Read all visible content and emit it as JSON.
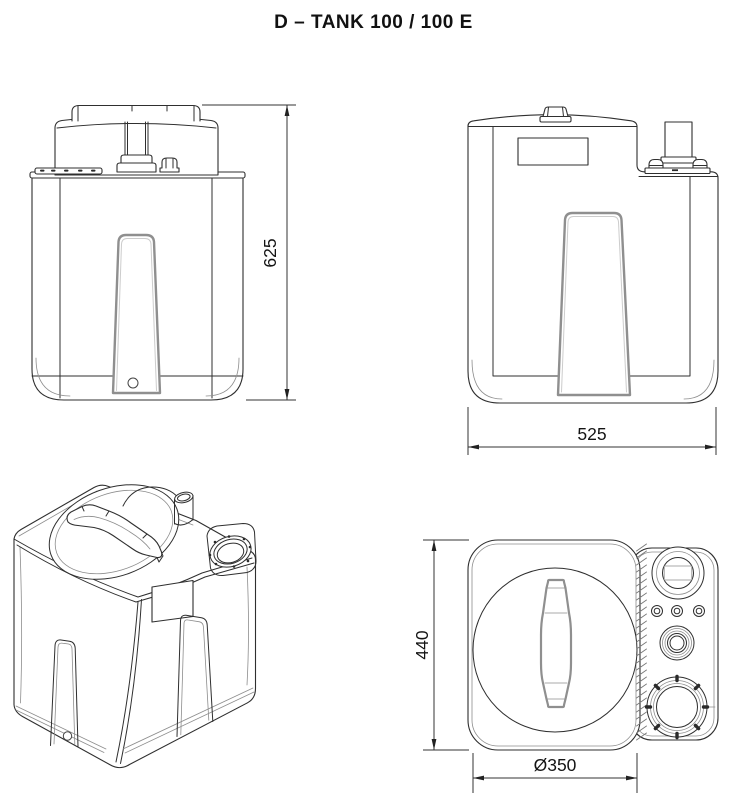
{
  "title": "D – TANK 100 / 100 E",
  "dimensions": {
    "front_height_mm": "625",
    "side_width_mm": "525",
    "top_depth_mm": "440",
    "lid_diameter_mm": "Ø350"
  },
  "views": {
    "front": {
      "id": "front-elevation"
    },
    "side": {
      "id": "side-elevation"
    },
    "isometric": {
      "id": "isometric-projection"
    },
    "top": {
      "id": "top-plan"
    }
  },
  "colors": {
    "line": "#2f2f2f",
    "recess_line": "#8f8f8f",
    "text": "#141414",
    "background": "#ffffff"
  }
}
